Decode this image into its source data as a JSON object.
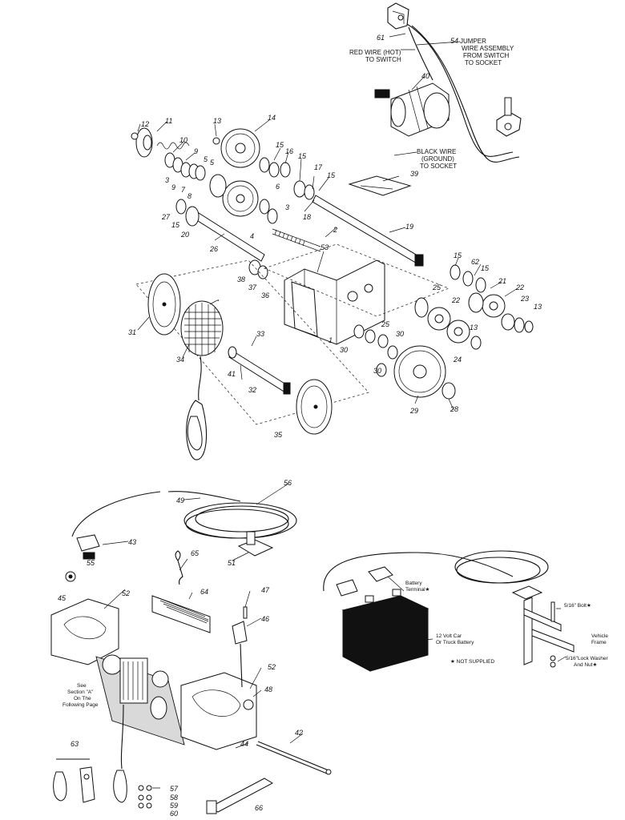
{
  "labels": [
    {
      "id": "61",
      "text": "61"
    },
    {
      "id": "54",
      "text": "54"
    },
    {
      "id": "40",
      "text": "40"
    },
    {
      "id": "12",
      "text": "12"
    },
    {
      "id": "11",
      "text": "11"
    },
    {
      "id": "13a",
      "text": "13"
    },
    {
      "id": "14",
      "text": "14"
    },
    {
      "id": "10",
      "text": "10"
    },
    {
      "id": "9a",
      "text": "9"
    },
    {
      "id": "5a",
      "text": "5"
    },
    {
      "id": "3a",
      "text": "3"
    },
    {
      "id": "9b",
      "text": "9"
    },
    {
      "id": "5b",
      "text": "5"
    },
    {
      "id": "7",
      "text": "7"
    },
    {
      "id": "8",
      "text": "8"
    },
    {
      "id": "15a",
      "text": "15"
    },
    {
      "id": "16",
      "text": "16"
    },
    {
      "id": "15b",
      "text": "15"
    },
    {
      "id": "17",
      "text": "17"
    },
    {
      "id": "15c",
      "text": "15"
    },
    {
      "id": "39",
      "text": "39"
    },
    {
      "id": "6",
      "text": "6"
    },
    {
      "id": "27",
      "text": "27"
    },
    {
      "id": "15d",
      "text": "15"
    },
    {
      "id": "3b",
      "text": "3"
    },
    {
      "id": "20",
      "text": "20"
    },
    {
      "id": "4",
      "text": "4"
    },
    {
      "id": "18",
      "text": "18"
    },
    {
      "id": "2",
      "text": "2"
    },
    {
      "id": "19",
      "text": "19"
    },
    {
      "id": "26",
      "text": "26"
    },
    {
      "id": "53",
      "text": "53"
    },
    {
      "id": "15e",
      "text": "15"
    },
    {
      "id": "62",
      "text": "62"
    },
    {
      "id": "15f",
      "text": "15"
    },
    {
      "id": "38",
      "text": "38"
    },
    {
      "id": "37",
      "text": "37"
    },
    {
      "id": "36",
      "text": "36"
    },
    {
      "id": "25a",
      "text": "25"
    },
    {
      "id": "21",
      "text": "21"
    },
    {
      "id": "22a",
      "text": "22"
    },
    {
      "id": "22b",
      "text": "22"
    },
    {
      "id": "23",
      "text": "23"
    },
    {
      "id": "13b",
      "text": "13"
    },
    {
      "id": "31",
      "text": "31"
    },
    {
      "id": "33",
      "text": "33"
    },
    {
      "id": "25b",
      "text": "25"
    },
    {
      "id": "30a",
      "text": "30"
    },
    {
      "id": "30b",
      "text": "30"
    },
    {
      "id": "1",
      "text": "1"
    },
    {
      "id": "13c",
      "text": "13"
    },
    {
      "id": "24",
      "text": "24"
    },
    {
      "id": "34",
      "text": "34"
    },
    {
      "id": "41",
      "text": "41"
    },
    {
      "id": "30c",
      "text": "30"
    },
    {
      "id": "32",
      "text": "32"
    },
    {
      "id": "29",
      "text": "29"
    },
    {
      "id": "28",
      "text": "28"
    },
    {
      "id": "35",
      "text": "35"
    },
    {
      "id": "56",
      "text": "56"
    },
    {
      "id": "49",
      "text": "49"
    },
    {
      "id": "43",
      "text": "43"
    },
    {
      "id": "51",
      "text": "51"
    },
    {
      "id": "55",
      "text": "55"
    },
    {
      "id": "65",
      "text": "65"
    },
    {
      "id": "45",
      "text": "45"
    },
    {
      "id": "52a",
      "text": "52"
    },
    {
      "id": "64",
      "text": "64"
    },
    {
      "id": "47",
      "text": "47"
    },
    {
      "id": "46",
      "text": "46"
    },
    {
      "id": "52b",
      "text": "52"
    },
    {
      "id": "48",
      "text": "48"
    },
    {
      "id": "42",
      "text": "42"
    },
    {
      "id": "44",
      "text": "44"
    },
    {
      "id": "63",
      "text": "63"
    },
    {
      "id": "57",
      "text": "57"
    },
    {
      "id": "58",
      "text": "58"
    },
    {
      "id": "59",
      "text": "59"
    },
    {
      "id": "60",
      "text": "60"
    },
    {
      "id": "66",
      "text": "66"
    }
  ],
  "notes": {
    "jumper": [
      "JUMPER",
      "WIRE ASSEMBLY",
      "FROM SWITCH",
      "TO SOCKET"
    ],
    "red_wire": [
      "RED WIRE (HOT)",
      "TO SWITCH"
    ],
    "black_wire": [
      "BLACK WIRE",
      "(GROUND)",
      "TO SOCKET"
    ],
    "section_a": [
      "See",
      "Section \"A\"",
      "On The",
      "Following Page"
    ],
    "battery_terminal": [
      "Battery",
      "Terminal★"
    ],
    "battery": [
      "12 Volt Car",
      "Or Truck Battery"
    ],
    "not_supplied": "★ NOT SUPPLIED",
    "bolt": "5/16\" Bolt★",
    "vehicle_frame": [
      "Vehicle",
      "Frame"
    ],
    "lock_washer": [
      "5/16\"Lock Washer",
      "And Nut★"
    ]
  }
}
